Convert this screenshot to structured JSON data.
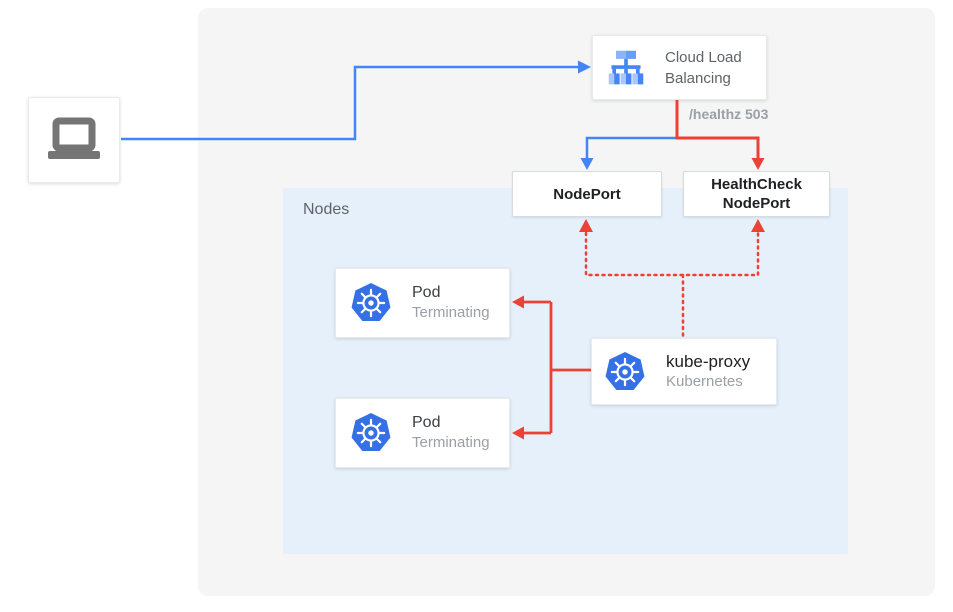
{
  "colors": {
    "blue": "#4285F4",
    "red": "#EA4335",
    "node_container_bg": "#E5F0FB",
    "panel_bg": "#F5F5F5",
    "icon_gray": "#757575",
    "k8s_blue": "#3570E5"
  },
  "nodes_container": {
    "label": "Nodes"
  },
  "cloud_load_balancing": {
    "line1": "Cloud Load",
    "line2": "Balancing"
  },
  "healthz": {
    "label": "/healthz 503"
  },
  "nodeport": {
    "label": "NodePort"
  },
  "healthcheck_nodeport": {
    "line1": "HealthCheck",
    "line2": "NodePort"
  },
  "pods": [
    {
      "title": "Pod",
      "status": "Terminating"
    },
    {
      "title": "Pod",
      "status": "Terminating"
    }
  ],
  "kube_proxy": {
    "title": "kube-proxy",
    "subtitle": "Kubernetes"
  }
}
